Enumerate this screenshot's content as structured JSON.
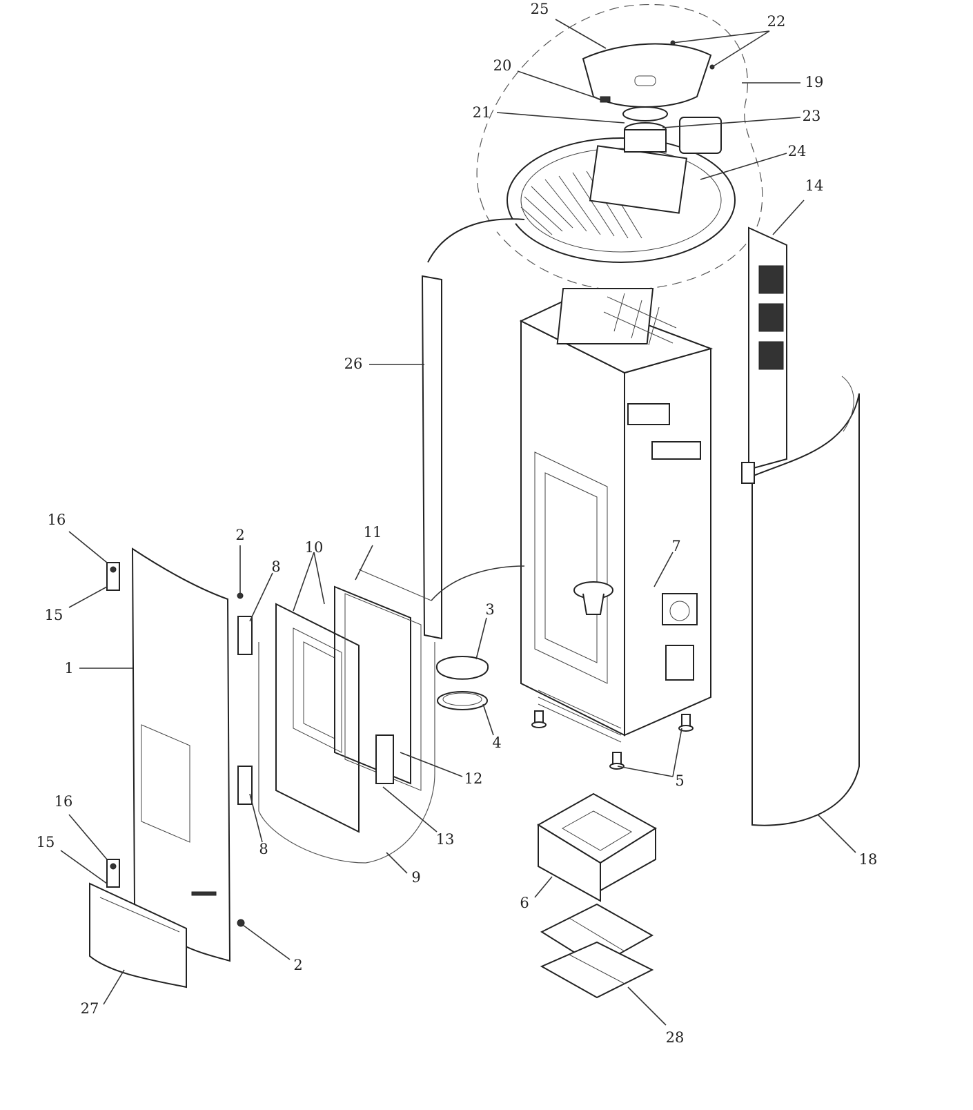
{
  "figure": {
    "type": "exploded-parts-diagram",
    "callouts": [
      {
        "id": "c1",
        "label": "1"
      },
      {
        "id": "c2a",
        "label": "2"
      },
      {
        "id": "c2b",
        "label": "2"
      },
      {
        "id": "c3",
        "label": "3"
      },
      {
        "id": "c4",
        "label": "4"
      },
      {
        "id": "c5",
        "label": "5"
      },
      {
        "id": "c6",
        "label": "6"
      },
      {
        "id": "c7",
        "label": "7"
      },
      {
        "id": "c8a",
        "label": "8"
      },
      {
        "id": "c8b",
        "label": "8"
      },
      {
        "id": "c9",
        "label": "9"
      },
      {
        "id": "c10",
        "label": "10"
      },
      {
        "id": "c11",
        "label": "11"
      },
      {
        "id": "c12",
        "label": "12"
      },
      {
        "id": "c13",
        "label": "13"
      },
      {
        "id": "c14",
        "label": "14"
      },
      {
        "id": "c15a",
        "label": "15"
      },
      {
        "id": "c15b",
        "label": "15"
      },
      {
        "id": "c16a",
        "label": "16"
      },
      {
        "id": "c16b",
        "label": "16"
      },
      {
        "id": "c18",
        "label": "18"
      },
      {
        "id": "c19",
        "label": "19"
      },
      {
        "id": "c20",
        "label": "20"
      },
      {
        "id": "c21",
        "label": "21"
      },
      {
        "id": "c22",
        "label": "22"
      },
      {
        "id": "c23",
        "label": "23"
      },
      {
        "id": "c24",
        "label": "24"
      },
      {
        "id": "c25",
        "label": "25"
      },
      {
        "id": "c26",
        "label": "26"
      },
      {
        "id": "c27",
        "label": "27"
      },
      {
        "id": "c28",
        "label": "28"
      }
    ]
  }
}
